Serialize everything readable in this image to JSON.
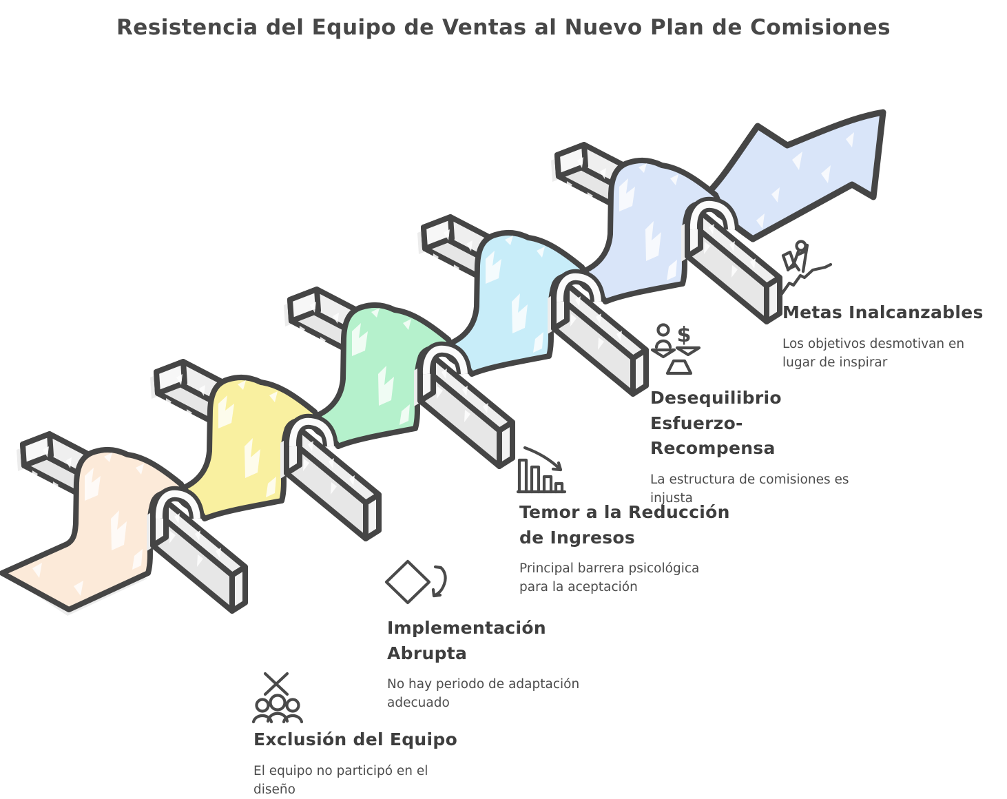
{
  "title": "Resistencia del Equipo de Ventas al Nuevo Plan de Comisiones",
  "steps": [
    {
      "icon": "team-exclusion-icon",
      "title": "Exclusión del Equipo",
      "description": "El equipo no participó en el diseño",
      "color": "#fcead9"
    },
    {
      "icon": "abrupt-implementation-icon",
      "title": "Implementación Abrupta",
      "description": "No hay periodo de adaptación adecuado",
      "color": "#f9f0a0"
    },
    {
      "icon": "income-reduction-fear-icon",
      "title": "Temor a la Reducción de Ingresos",
      "description": "Principal barrera psicológica para la aceptación",
      "color": "#b5f1cc"
    },
    {
      "icon": "effort-reward-imbalance-icon",
      "title": "Desequilibrio Esfuerzo-Recompensa",
      "description": "La estructura de comisiones es injusta",
      "color": "#c8edf9"
    },
    {
      "icon": "unreachable-goals-icon",
      "title": "Metas Inalcanzables",
      "description": "Los objetivos desmotivan en lugar de inspirar",
      "color": "#d9e5f9"
    }
  ],
  "arrow": {
    "icon": "growth-arrow",
    "color": "#d9e5f9"
  },
  "glyphs": {
    "dollar": "$"
  },
  "colors": {
    "outline": "#454545",
    "bar_top": "#efefef",
    "bar_front": "#e6e6e6",
    "bar_end": "#f7f7f7",
    "shadow": "#ececec",
    "background": "#ffffff",
    "title_text": "#474747",
    "body_text": "#4c4c4c"
  }
}
